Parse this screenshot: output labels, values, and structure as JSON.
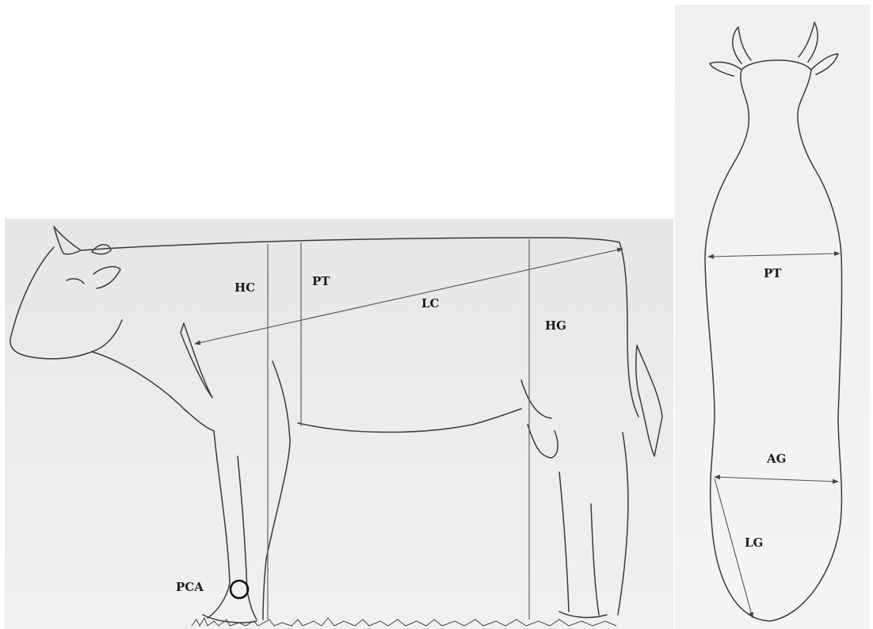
{
  "side_view": {
    "labels": {
      "hc": "HC",
      "pt": "PT",
      "lc": "LC",
      "hg": "HG",
      "pca": "PCA"
    }
  },
  "top_view": {
    "labels": {
      "pt": "PT",
      "ag": "AG",
      "lg": "LG"
    }
  }
}
